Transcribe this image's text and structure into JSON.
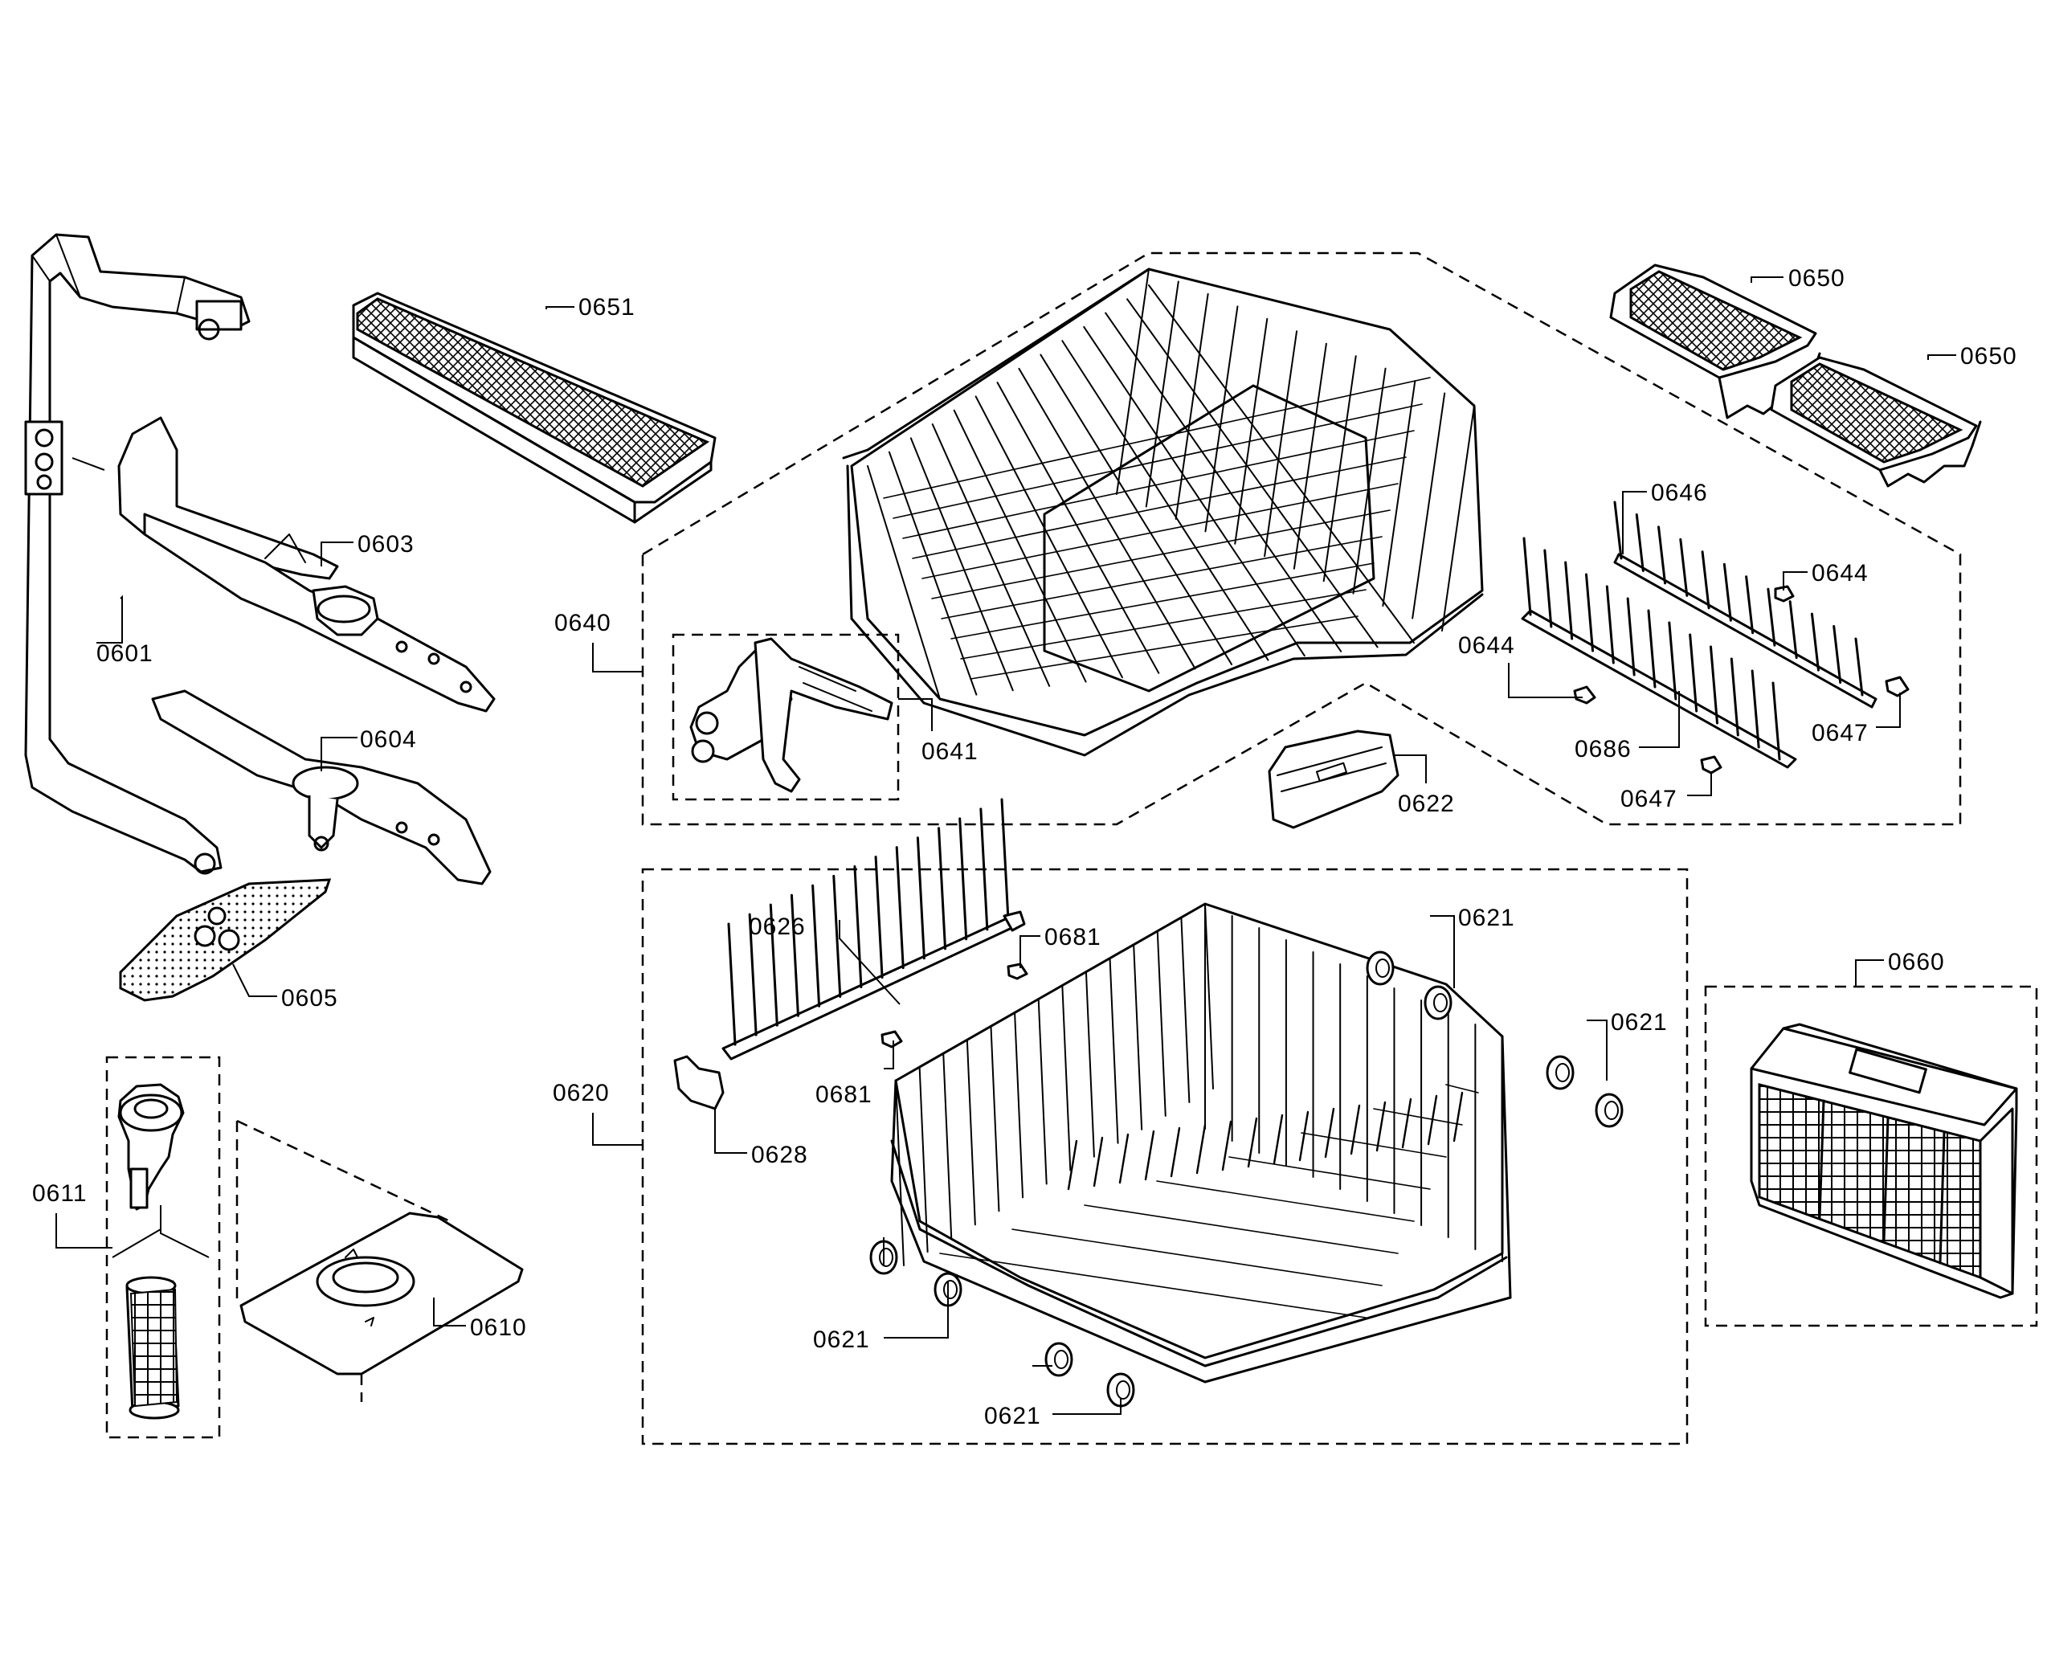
{
  "callouts": {
    "p0601": "0601",
    "p0603": "0603",
    "p0604": "0604",
    "p0605": "0605",
    "p0610": "0610",
    "p0611": "0611",
    "p0620": "0620",
    "p0621": "0621",
    "p0622": "0622",
    "p0626": "0626",
    "p0628": "0628",
    "p0640": "0640",
    "p0641": "0641",
    "p0644": "0644",
    "p0646": "0646",
    "p0647": "0647",
    "p0650": "0650",
    "p0651": "0651",
    "p0660": "0660",
    "p0681": "0681",
    "p0686": "0686"
  }
}
